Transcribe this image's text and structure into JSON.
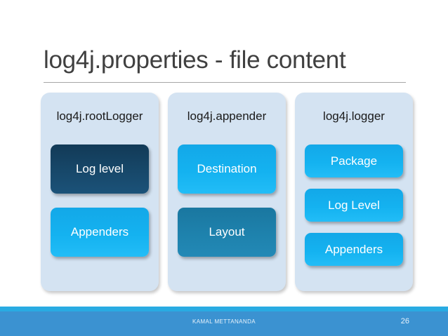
{
  "slide": {
    "title": "log4j.properties - file content",
    "background_color": "#ffffff",
    "title_color": "#404040",
    "rule_color": "#a6a6a6"
  },
  "panels": [
    {
      "header": "log4j.rootLogger",
      "panel_color": "#d4e3f2",
      "items": [
        {
          "label": "Log level",
          "color": "#17486a",
          "style": "navy"
        },
        {
          "label": "Appenders",
          "color": "#14b2f0",
          "style": "cyan"
        }
      ]
    },
    {
      "header": "log4j.appender",
      "panel_color": "#d4e3f2",
      "items": [
        {
          "label": "Destination",
          "color": "#14b2f0",
          "style": "cyan"
        },
        {
          "label": "Layout",
          "color": "#1e82ad",
          "style": "teal"
        }
      ]
    },
    {
      "header": "log4j.logger",
      "panel_color": "#d4e3f2",
      "items": [
        {
          "label": "Package",
          "color": "#14b2f0",
          "style": "cyan"
        },
        {
          "label": "Log Level",
          "color": "#14b2f0",
          "style": "cyan"
        },
        {
          "label": "Appenders",
          "color": "#14b2f0",
          "style": "cyan"
        }
      ]
    }
  ],
  "footer": {
    "author": "KAMAL METTANANDA",
    "page_number": "26",
    "accent_color": "#29abe2",
    "bar_color": "#3b92d1",
    "text_color": "#e8f2fb"
  }
}
